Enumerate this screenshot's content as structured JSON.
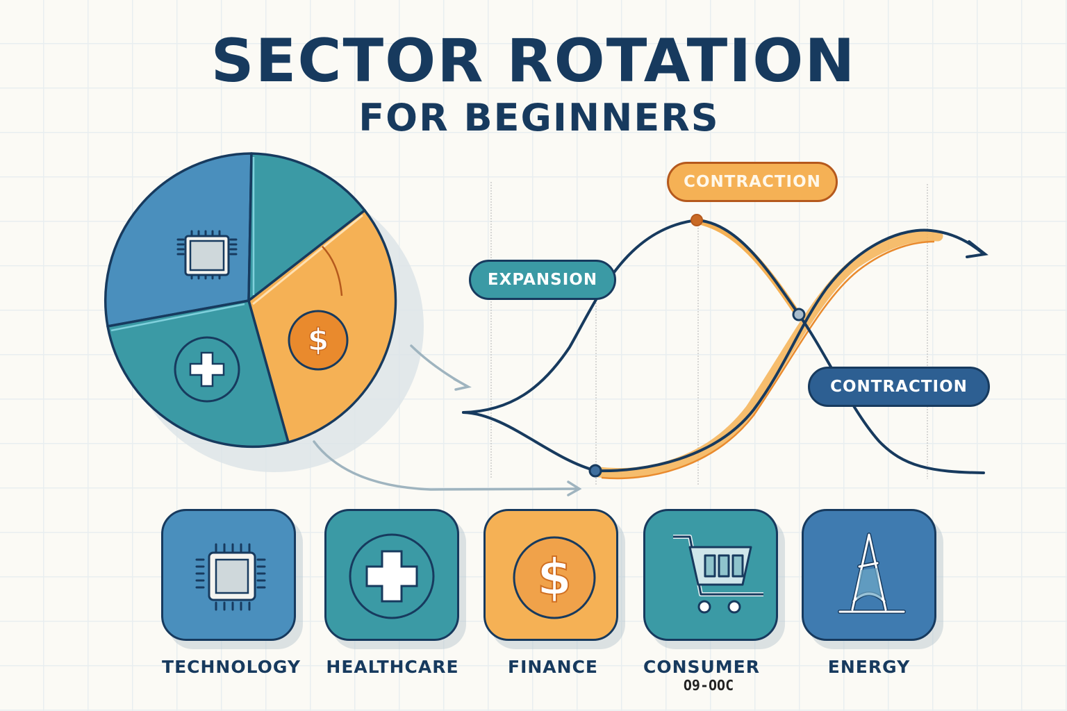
{
  "header": {
    "title": "SECTOR ROTATION",
    "subtitle": "FOR BEGINNERS"
  },
  "colors": {
    "navy": "#173a5e",
    "blue": "#4a8fbd",
    "teal": "#3b9aa5",
    "orange": "#f5b155",
    "dark_orange": "#e98a2d",
    "background": "#fbfaf5",
    "grid": "#e8eef0"
  },
  "pie": {
    "slices": [
      {
        "sector": "Technology",
        "icon": "chip-icon",
        "color": "#4a8fbd"
      },
      {
        "sector": "Teal sector",
        "icon": "",
        "color": "#3b9aa5"
      },
      {
        "sector": "Finance",
        "icon": "dollar-coin-icon",
        "color": "#f5b155"
      },
      {
        "sector": "Healthcare",
        "icon": "medical-cross-icon",
        "color": "#3b9aa5"
      }
    ]
  },
  "cycle": {
    "labels": {
      "expansion": "EXPANSION",
      "contraction_top": "CONTRACTION",
      "contraction_bottom": "CONTRACTION"
    }
  },
  "sectors": [
    {
      "label": "TECHNOLOGY",
      "icon": "chip-icon",
      "color": "#4a8fbd"
    },
    {
      "label": "HEALTHCARE",
      "icon": "medical-cross-icon",
      "color": "#3b9aa5"
    },
    {
      "label": "FINANCE",
      "icon": "dollar-coin-icon",
      "color": "#f5b155"
    },
    {
      "label": "CONSUMER",
      "icon": "shopping-cart-icon",
      "color": "#3b9aa5"
    },
    {
      "label": "ENERGY",
      "icon": "oil-rig-icon",
      "color": "#3f7bb0"
    }
  ],
  "footer_artifact": "O9-OOC"
}
